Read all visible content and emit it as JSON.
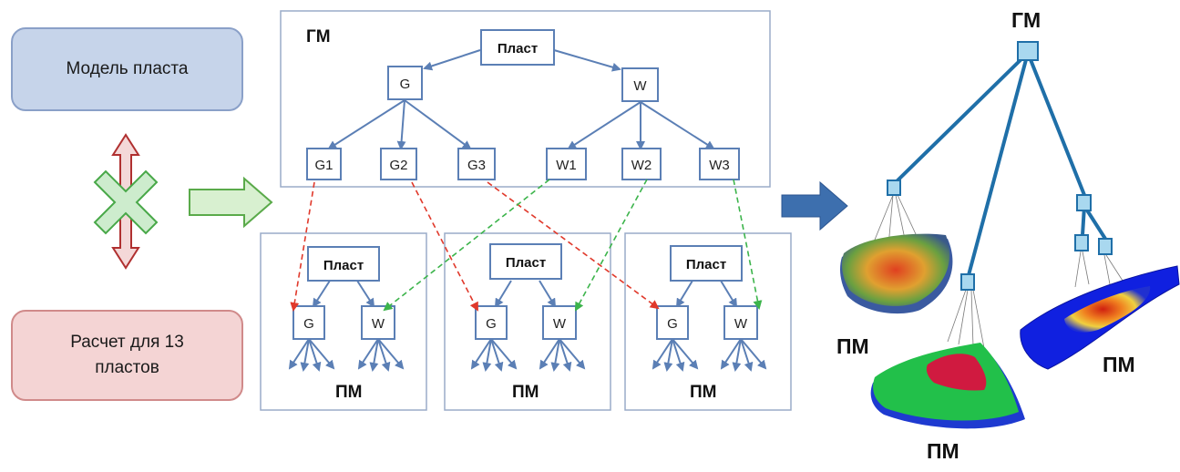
{
  "left": {
    "model_label": "Модель пласта",
    "calc_label_line1": "Расчет для 13",
    "calc_label_line2": "пластов"
  },
  "global_model": {
    "label": "ГМ",
    "root": "Пласт",
    "branches": [
      "G",
      "W"
    ],
    "g_children": [
      "G1",
      "G2",
      "G3"
    ],
    "w_children": [
      "W1",
      "W2",
      "W3"
    ]
  },
  "part_models": [
    {
      "label": "ПМ",
      "root": "Пласт",
      "children": [
        "G",
        "W"
      ]
    },
    {
      "label": "ПМ",
      "root": "Пласт",
      "children": [
        "G",
        "W"
      ]
    },
    {
      "label": "ПМ",
      "root": "Пласт",
      "children": [
        "G",
        "W"
      ]
    }
  ],
  "right": {
    "gm_label": "ГМ",
    "pm_labels": [
      "ПМ",
      "ПМ",
      "ПМ"
    ]
  },
  "colors": {
    "tree_blue": "#5b7fb5",
    "red_dashed": "#e0392b",
    "green_dashed": "#3cb44b",
    "right_tree": "#1f6fa8",
    "node_fill_right": "#a9d8ef"
  }
}
